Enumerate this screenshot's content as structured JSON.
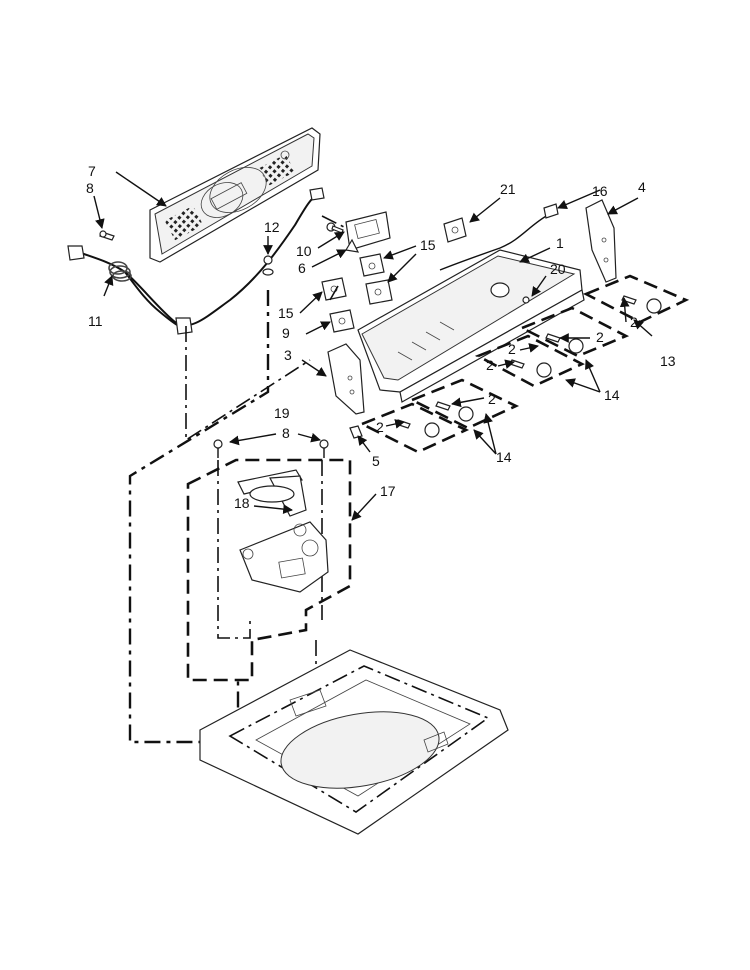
{
  "diagram": {
    "callouts": {
      "c1": "1",
      "c2a": "2",
      "c2b": "2",
      "c2c": "2",
      "c2d": "2",
      "c2e": "2",
      "c2f": "2",
      "c3": "3",
      "c4": "4",
      "c5": "5",
      "c6": "6",
      "c7": "7",
      "c8a": "8",
      "c8b": "8",
      "c9": "9",
      "c10": "10",
      "c11": "11",
      "c12": "12",
      "c13": "13",
      "c14a": "14",
      "c14b": "14",
      "c15a": "15",
      "c15b": "15",
      "c16": "16",
      "c17": "17",
      "c18": "18",
      "c19": "19",
      "c20": "20",
      "c21": "21"
    }
  }
}
